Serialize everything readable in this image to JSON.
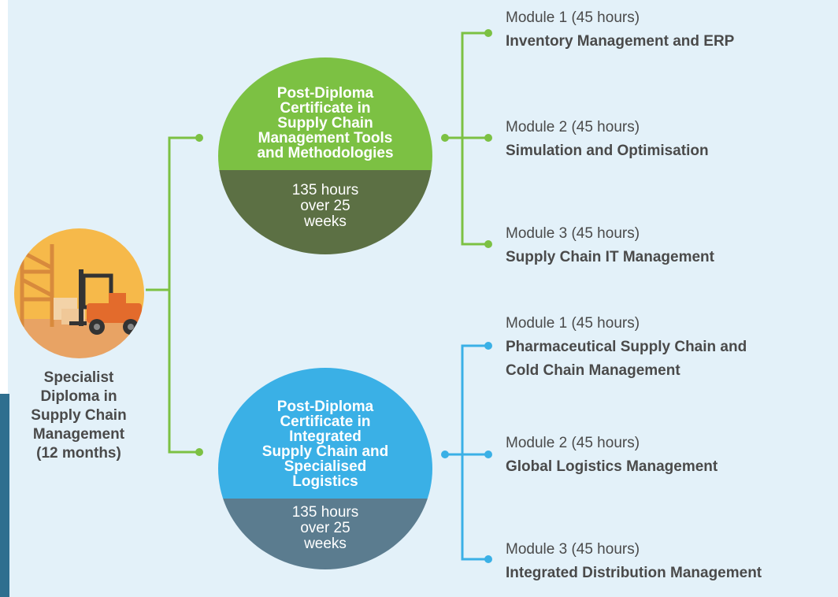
{
  "specialist": {
    "lines": [
      "Specialist",
      "Diploma in",
      "Supply Chain",
      "Management",
      "(12 months)"
    ]
  },
  "certificates": [
    {
      "title_lines": [
        "Post-Diploma",
        "Certificate in",
        "Supply Chain",
        "Management Tools",
        "and Methodologies"
      ],
      "duration_lines": [
        "135 hours",
        "over 25",
        "weeks"
      ],
      "color": "#7cc143",
      "dark_color": "#5c7044",
      "modules": [
        {
          "label": "Module 1 (45 hours)",
          "name_lines": [
            "Inventory Management and ERP"
          ]
        },
        {
          "label": "Module 2 (45 hours)",
          "name_lines": [
            "Simulation and Optimisation"
          ]
        },
        {
          "label": "Module 3 (45 hours)",
          "name_lines": [
            "Supply Chain IT Management"
          ]
        }
      ]
    },
    {
      "title_lines": [
        "Post-Diploma",
        "Certificate in",
        "Integrated",
        "Supply Chain and",
        "Specialised",
        "Logistics"
      ],
      "duration_lines": [
        "135 hours",
        "over 25",
        "weeks"
      ],
      "color": "#3ab0e6",
      "dark_color": "#5b7c8f",
      "modules": [
        {
          "label": "Module 1 (45 hours)",
          "name_lines": [
            "Pharmaceutical Supply Chain and",
            "Cold Chain Management"
          ]
        },
        {
          "label": "Module 2 (45 hours)",
          "name_lines": [
            "Global Logistics Management"
          ]
        },
        {
          "label": "Module 3 (45 hours)",
          "name_lines": [
            "Integrated Distribution Management"
          ]
        }
      ]
    }
  ],
  "colors": {
    "background": "#e3f1f9",
    "green_connector": "#7cc143",
    "blue_connector": "#3ab0e6",
    "text": "#4a4a4a"
  },
  "icons": {
    "specialist": "forklift-warehouse-icon"
  }
}
